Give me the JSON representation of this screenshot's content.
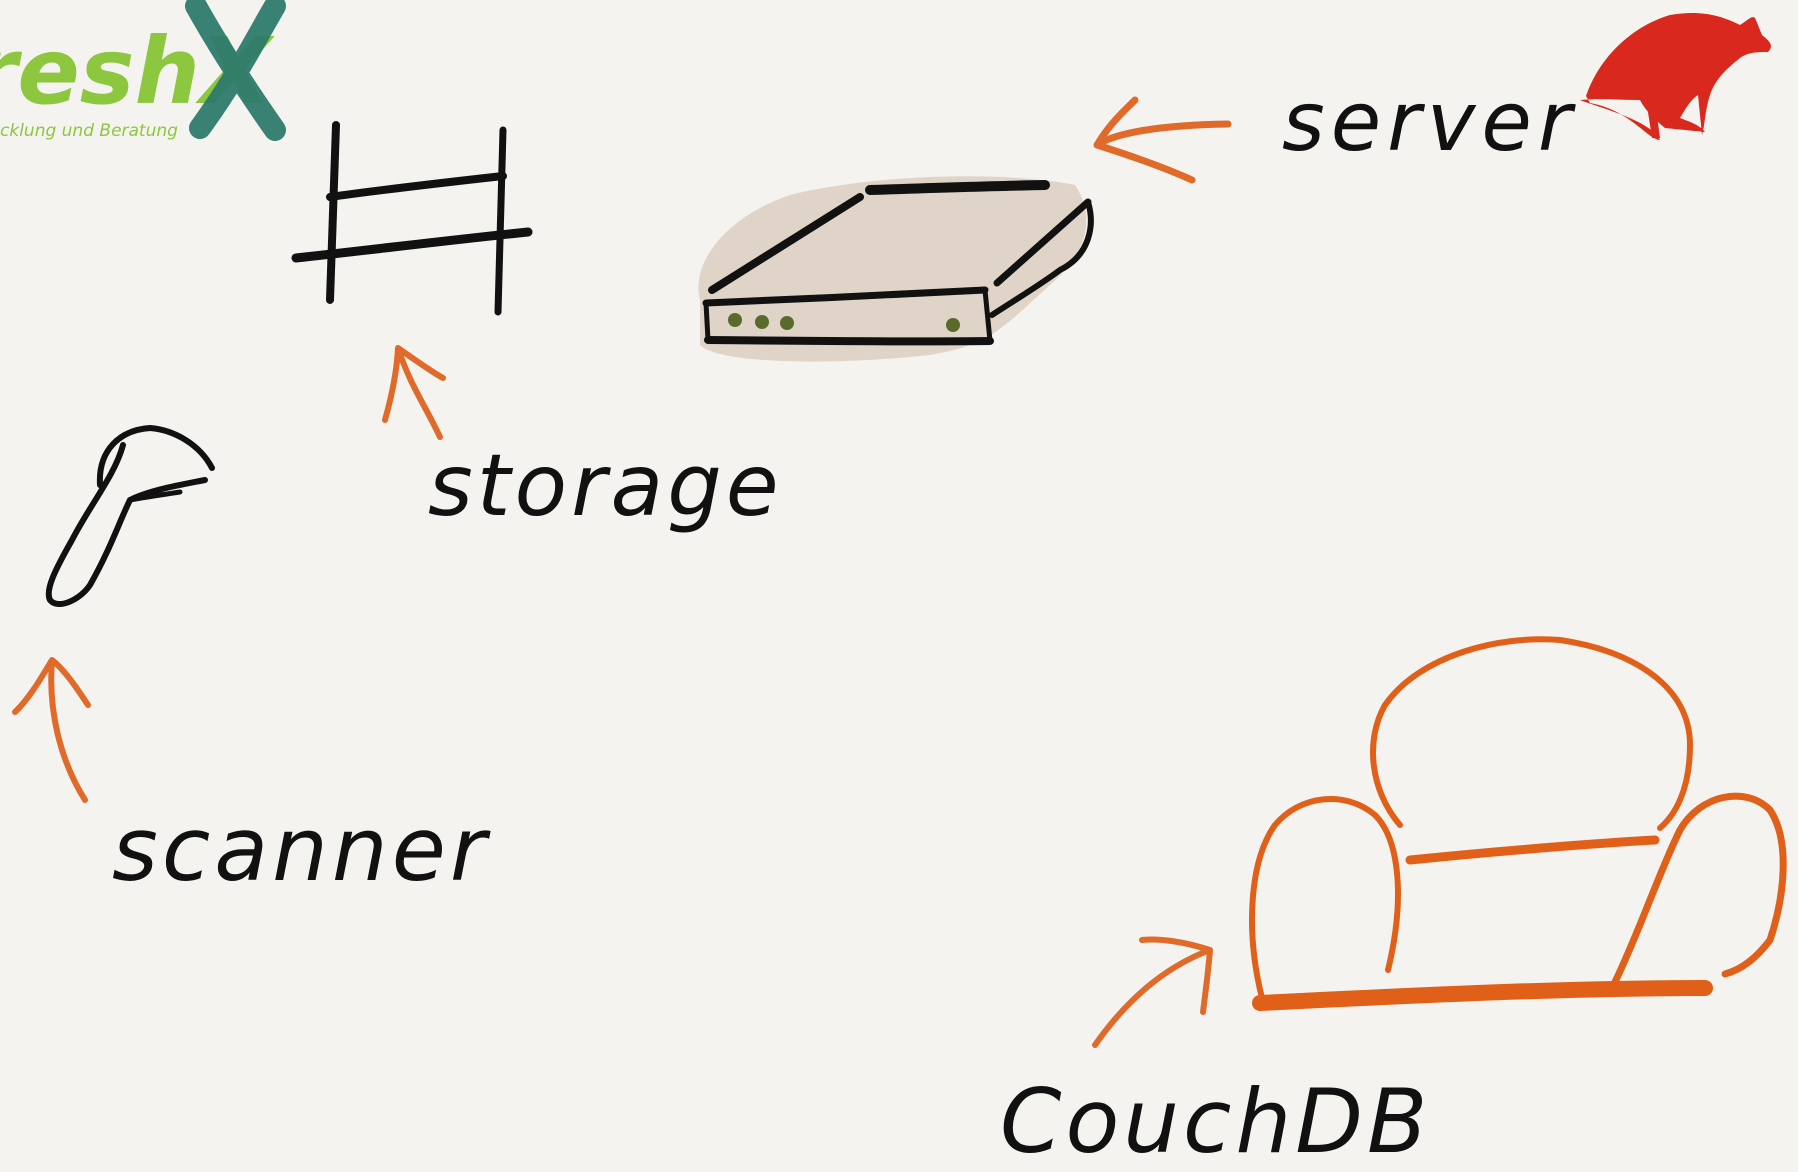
{
  "logo": {
    "wordmark": "reshX",
    "tagline": "cklung und Beratung",
    "colors": {
      "green": "#8dc63f",
      "teal": "#2e7a6b"
    }
  },
  "labels": {
    "storage": "storage",
    "server": "server",
    "scanner": "scanner",
    "couchdb": "CouchDB"
  },
  "icons": {
    "storage": "rack-icon",
    "server": "server-box-icon",
    "scanner": "scanner-handheld-icon",
    "couchdb": "couch-icon",
    "kangaroo": "kangaroo-icon"
  },
  "colors": {
    "ink": "#111111",
    "arrow": "#e06a2a",
    "couch": "#e0601a",
    "kangaroo": "#d9281e",
    "server_fill": "#d8cabb",
    "server_led": "#5a6a2a",
    "background": "#f5f3ef"
  }
}
